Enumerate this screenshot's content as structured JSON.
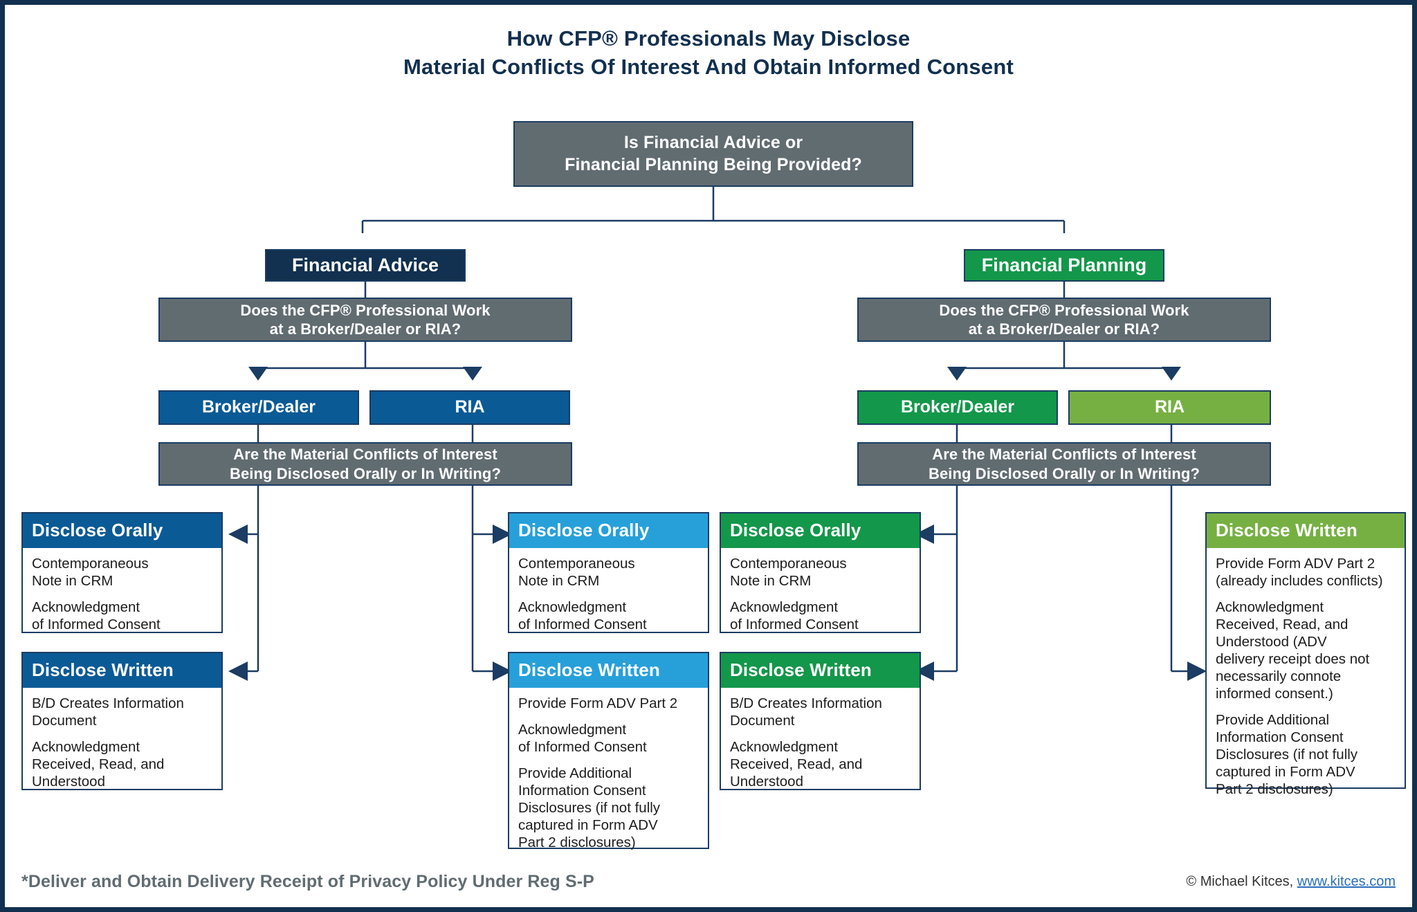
{
  "title": {
    "line1": "How CFP® Professionals May Disclose",
    "line2": "Material Conflicts Of Interest And Obtain Informed Consent"
  },
  "colors": {
    "frame": "#12304f",
    "gray": "#616c71",
    "navy": "#12304f",
    "blue": "#0a5a96",
    "light_blue": "#27a0d9",
    "green": "#13974a",
    "light_green": "#76b043",
    "link": "#2a6ebb"
  },
  "root": {
    "line1": "Is Financial Advice or",
    "line2": "Financial Planning Being Provided?"
  },
  "branches": [
    {
      "id": "financial-advice",
      "label": "Financial Advice",
      "color": "#12304f",
      "question": {
        "line1": "Does the CFP® Professional Work",
        "line2": "at a Broker/Dealer or RIA?"
      },
      "entities": [
        {
          "id": "broker-dealer",
          "label": "Broker/Dealer",
          "color": "#0a5a96"
        },
        {
          "id": "ria",
          "label": "RIA",
          "color": "#0a5a96"
        }
      ],
      "disclosure_question": {
        "line1": "Are the Material Conflicts of Interest",
        "line2": "Being Disclosed Orally or In Writing?"
      }
    },
    {
      "id": "financial-planning",
      "label": "Financial Planning",
      "color": "#13974a",
      "question": {
        "line1": "Does the CFP® Professional Work",
        "line2": "at a Broker/Dealer or RIA?"
      },
      "entities": [
        {
          "id": "broker-dealer",
          "label": "Broker/Dealer",
          "color": "#13974a"
        },
        {
          "id": "ria",
          "label": "RIA",
          "color": "#76b043"
        }
      ],
      "disclosure_question": {
        "line1": "Are the Material Conflicts of Interest",
        "line2": "Being Disclosed Orally or In Writing?"
      }
    }
  ],
  "cards": [
    {
      "id": "advice-bd-orally",
      "header": "Disclose Orally",
      "header_color": "#0a5a96",
      "items": [
        "Contemporaneous\nNote in CRM",
        "Acknowledgment\nof Informed Consent"
      ]
    },
    {
      "id": "advice-bd-written",
      "header": "Disclose Written",
      "header_color": "#0a5a96",
      "items": [
        "B/D Creates Information\nDocument",
        "Acknowledgment\nReceived, Read, and\nUnderstood"
      ]
    },
    {
      "id": "advice-ria-orally",
      "header": "Disclose Orally",
      "header_color": "#27a0d9",
      "items": [
        "Contemporaneous\nNote in CRM",
        "Acknowledgment\nof Informed Consent"
      ]
    },
    {
      "id": "advice-ria-written",
      "header": "Disclose Written",
      "header_color": "#27a0d9",
      "items": [
        "Provide Form ADV Part 2",
        "Acknowledgment\nof Informed Consent",
        "Provide Additional\nInformation Consent\nDisclosures (if not fully\ncaptured in Form ADV\nPart 2 disclosures)"
      ]
    },
    {
      "id": "planning-bd-orally",
      "header": "Disclose Orally",
      "header_color": "#13974a",
      "items": [
        "Contemporaneous\nNote in CRM",
        "Acknowledgment\nof Informed Consent"
      ]
    },
    {
      "id": "planning-bd-written",
      "header": "Disclose Written",
      "header_color": "#13974a",
      "items": [
        "B/D Creates Information\nDocument",
        "Acknowledgment\nReceived, Read, and\nUnderstood"
      ]
    },
    {
      "id": "planning-ria-written",
      "header": "Disclose Written",
      "header_color": "#76b043",
      "items": [
        "Provide Form ADV Part 2\n(already includes conflicts)",
        "Acknowledgment\nReceived, Read, and\nUnderstood (ADV\ndelivery receipt does not\nnecessarily connote\ninformed consent.)",
        "Provide Additional\nInformation Consent\nDisclosures (if not fully\ncaptured in Form ADV\nPart 2 disclosures)"
      ]
    }
  ],
  "footer": {
    "footnote": "*Deliver and Obtain Delivery Receipt of Privacy Policy Under Reg S-P",
    "credit_prefix": "© Michael Kitces, ",
    "credit_link": "www.kitces.com"
  }
}
